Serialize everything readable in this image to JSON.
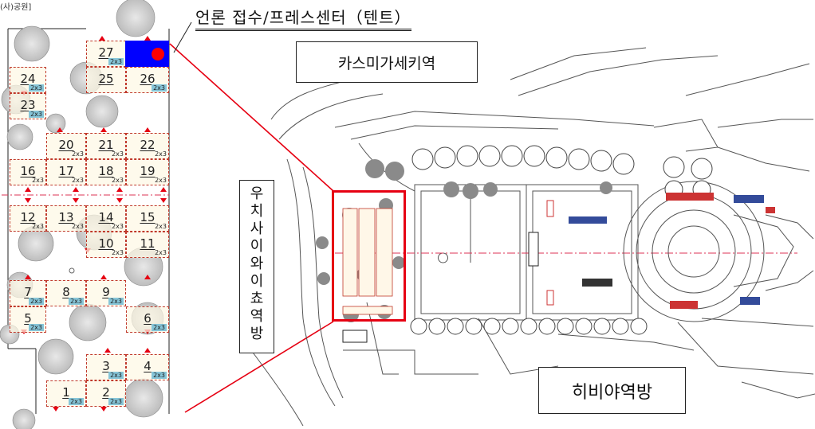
{
  "page_title": "언론 접수/프레스센터（텐트）",
  "corner_fragment": "(사)공원]",
  "labels": {
    "press_center": "언론 접수/프레스센터（텐트）",
    "station_kasumigaseki": "카스미가세키역",
    "station_uchisaiwaicho": "우치사이와이쵸역방",
    "station_hibiya": "히비야역방"
  },
  "booths": [
    {
      "num": "27",
      "size": "2x3",
      "badge": true
    },
    {
      "num": "24",
      "size": "2x3",
      "badge": true
    },
    {
      "num": "25",
      "size": "",
      "badge": false
    },
    {
      "num": "26",
      "size": "2x3",
      "badge": true
    },
    {
      "num": "23",
      "size": "2x3",
      "badge": true
    },
    {
      "num": "20",
      "size": "2x3",
      "badge": false
    },
    {
      "num": "21",
      "size": "2x3",
      "badge": false
    },
    {
      "num": "22",
      "size": "2x3",
      "badge": false
    },
    {
      "num": "16",
      "size": "2x3",
      "badge": false
    },
    {
      "num": "17",
      "size": "2x3",
      "badge": false
    },
    {
      "num": "18",
      "size": "2x3",
      "badge": false
    },
    {
      "num": "19",
      "size": "2x3",
      "badge": false
    },
    {
      "num": "12",
      "size": "2x3",
      "badge": false
    },
    {
      "num": "13",
      "size": "2x3",
      "badge": false
    },
    {
      "num": "14",
      "size": "2x3",
      "badge": false
    },
    {
      "num": "15",
      "size": "2x3",
      "badge": false
    },
    {
      "num": "10",
      "size": "2x3",
      "badge": false
    },
    {
      "num": "11",
      "size": "2x3",
      "badge": false
    },
    {
      "num": "7",
      "size": "2x3",
      "badge": true
    },
    {
      "num": "8",
      "size": "2x3",
      "badge": true
    },
    {
      "num": "9",
      "size": "2x3",
      "badge": true
    },
    {
      "num": "5",
      "size": "2x3",
      "badge": true
    },
    {
      "num": "6",
      "size": "2x3",
      "badge": true
    },
    {
      "num": "3",
      "size": "2x3",
      "badge": true
    },
    {
      "num": "4",
      "size": "2x3",
      "badge": true
    },
    {
      "num": "1",
      "size": "2x3",
      "badge": true
    },
    {
      "num": "2",
      "size": "2x3",
      "badge": true
    }
  ],
  "colors": {
    "booth_border": "#c0392b",
    "press_tent": "#0000ff",
    "press_marker": "#ff0000",
    "highlight": "#e60012",
    "size_badge": "#86c5d8"
  },
  "icons": [
    "tree-icon",
    "triangle-marker-icon",
    "press-marker-icon"
  ]
}
